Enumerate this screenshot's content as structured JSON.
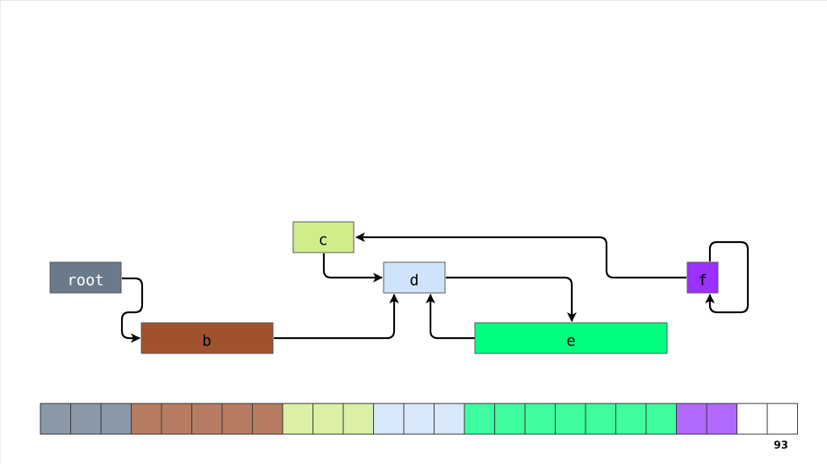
{
  "colors": {
    "root": "#6b7a8a",
    "b": "#a0522d",
    "c": "#d0ed8b",
    "d": "#cfe4fb",
    "e": "#00ff7f",
    "f": "#9b30ff",
    "heap_root": "#8a98a8",
    "heap_b": "#b67c61",
    "heap_c": "#d9f0a6",
    "heap_d": "#d8e8fb",
    "heap_e": "#3dfd9e",
    "heap_f": "#b068fd",
    "heap_free": "#ffffff",
    "arrow": "#000000"
  },
  "nodes": {
    "root": {
      "label": "root",
      "color": "#6b7a8a",
      "text_color": "#ffffff"
    },
    "b": {
      "label": "b",
      "color": "#a0522d",
      "text_color": "#000000"
    },
    "c": {
      "label": "c",
      "color": "#d0ed8b",
      "text_color": "#000000"
    },
    "d": {
      "label": "d",
      "color": "#cfe4fb",
      "text_color": "#000000"
    },
    "e": {
      "label": "e",
      "color": "#00ff7f",
      "text_color": "#000000"
    },
    "f": {
      "label": "f",
      "color": "#9b30ff",
      "text_color": "#000000"
    }
  },
  "edges": [
    {
      "from": "root",
      "to": "b"
    },
    {
      "from": "b",
      "to": "d"
    },
    {
      "from": "c",
      "to": "d"
    },
    {
      "from": "d",
      "to": "e"
    },
    {
      "from": "e",
      "to": "d"
    },
    {
      "from": "f",
      "to": "c"
    },
    {
      "from": "f",
      "to": "f"
    }
  ],
  "heap": [
    {
      "owner": "root",
      "color": "#8a98a8"
    },
    {
      "owner": "root",
      "color": "#8a98a8"
    },
    {
      "owner": "root",
      "color": "#8a98a8"
    },
    {
      "owner": "b",
      "color": "#b67c61"
    },
    {
      "owner": "b",
      "color": "#b67c61"
    },
    {
      "owner": "b",
      "color": "#b67c61"
    },
    {
      "owner": "b",
      "color": "#b67c61"
    },
    {
      "owner": "b",
      "color": "#b67c61"
    },
    {
      "owner": "c",
      "color": "#d9f0a6"
    },
    {
      "owner": "c",
      "color": "#d9f0a6"
    },
    {
      "owner": "c",
      "color": "#d9f0a6"
    },
    {
      "owner": "d",
      "color": "#d8e8fb"
    },
    {
      "owner": "d",
      "color": "#d8e8fb"
    },
    {
      "owner": "d",
      "color": "#d8e8fb"
    },
    {
      "owner": "e",
      "color": "#3dfd9e"
    },
    {
      "owner": "e",
      "color": "#3dfd9e"
    },
    {
      "owner": "e",
      "color": "#3dfd9e"
    },
    {
      "owner": "e",
      "color": "#3dfd9e"
    },
    {
      "owner": "e",
      "color": "#3dfd9e"
    },
    {
      "owner": "e",
      "color": "#3dfd9e"
    },
    {
      "owner": "e",
      "color": "#3dfd9e"
    },
    {
      "owner": "f",
      "color": "#b068fd"
    },
    {
      "owner": "f",
      "color": "#b068fd"
    },
    {
      "owner": "free",
      "color": "#ffffff"
    },
    {
      "owner": "free",
      "color": "#ffffff"
    }
  ],
  "page_number": "93"
}
